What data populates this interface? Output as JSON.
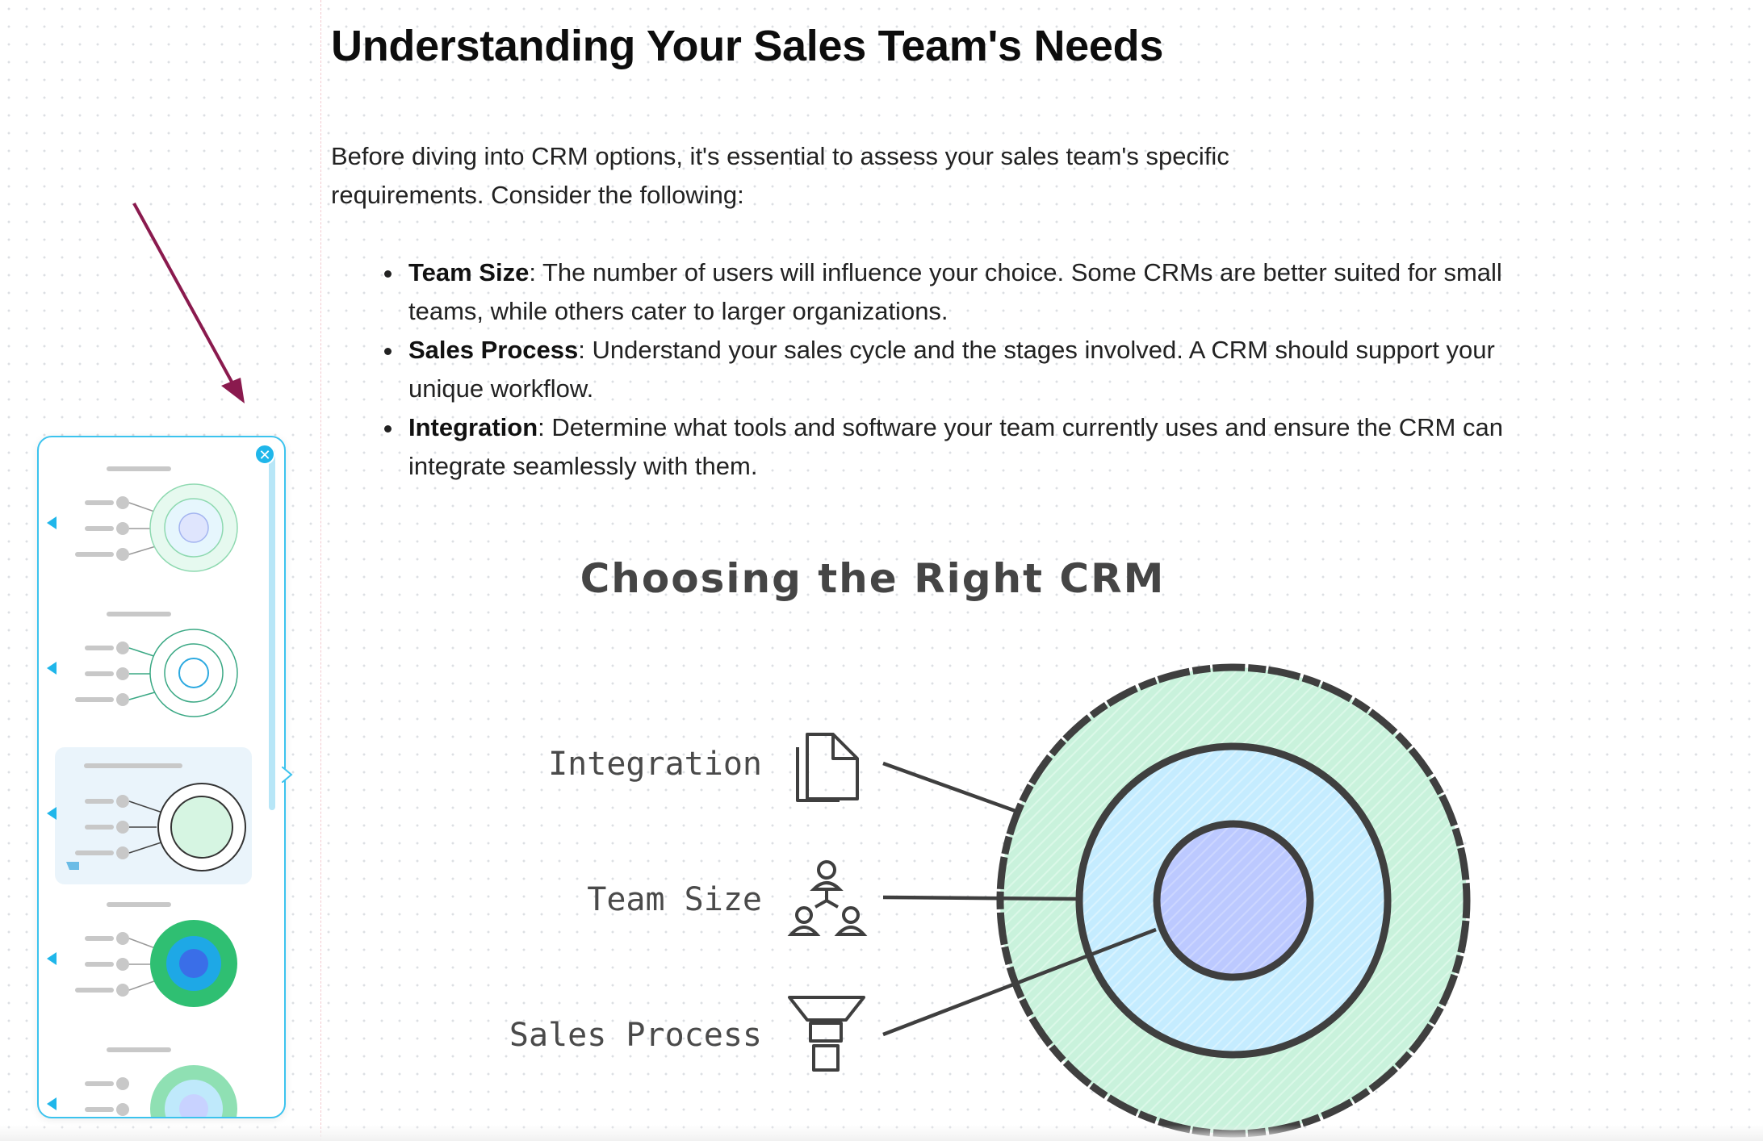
{
  "doc": {
    "title": "Understanding Your Sales Team's Needs",
    "intro": "Before diving into CRM options, it's essential to assess your sales team's specific requirements. Consider the following:",
    "bullets": [
      {
        "term": "Team Size",
        "text": ": The number of users will influence your choice. Some CRMs are better suited for small teams, while others cater to larger organizations."
      },
      {
        "term": "Sales Process",
        "text": ": Understand your sales cycle and the stages involved. A CRM should support your unique workflow."
      },
      {
        "term": "Integration",
        "text": ": Determine what tools and software your team currently uses and ensure the CRM can integrate seamlessly with them."
      }
    ]
  },
  "diagram": {
    "title": "Choosing the Right CRM",
    "labels": {
      "integration": "Integration",
      "team_size": "Team Size",
      "sales_process": "Sales Process"
    },
    "colors": {
      "outer": "#c9f2dc",
      "middle": "#c5ecff",
      "inner": "#bcc9ff",
      "stroke": "#3f3f3f",
      "annotation_arrow": "#8a1a4e"
    }
  },
  "style_panel": {
    "accent": "#3cc3ee",
    "icons": {
      "close": "close-icon",
      "collapse": "chevron-left-icon"
    },
    "close_glyph": "✕"
  }
}
